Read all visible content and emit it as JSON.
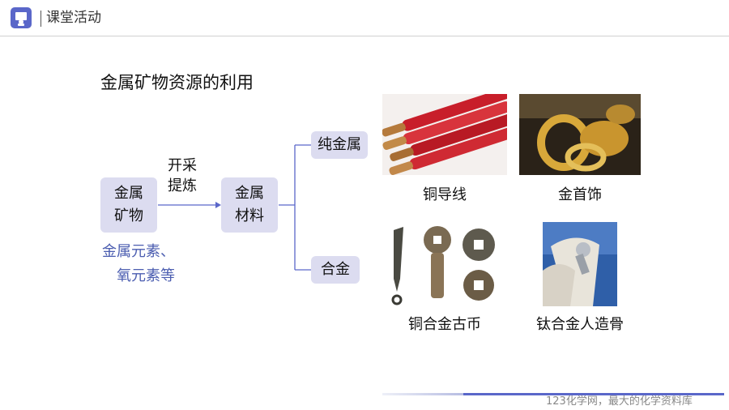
{
  "header": {
    "title": "课堂活动",
    "icon": "classroom-icon"
  },
  "main": {
    "title": "金属矿物资源的利用",
    "ore_box": {
      "line1": "金属",
      "line2": "矿物"
    },
    "process": {
      "line1": "开采",
      "line2": "提炼"
    },
    "elements": {
      "line1": "金属元素、",
      "line2": "氧元素等"
    },
    "material_box": {
      "line1": "金属",
      "line2": "材料"
    },
    "pure_metal": "纯金属",
    "alloy": "合金",
    "photos": [
      {
        "caption": "铜导线"
      },
      {
        "caption": "金首饰"
      },
      {
        "caption": "铜合金古币"
      },
      {
        "caption": "钛合金人造骨"
      }
    ]
  },
  "footer": {
    "watermark": "123化学网，最大的化学资料库"
  },
  "colors": {
    "accent": "#5a67c9",
    "box_fill": "#dcdcf0",
    "blue_text": "#4b5db0"
  }
}
